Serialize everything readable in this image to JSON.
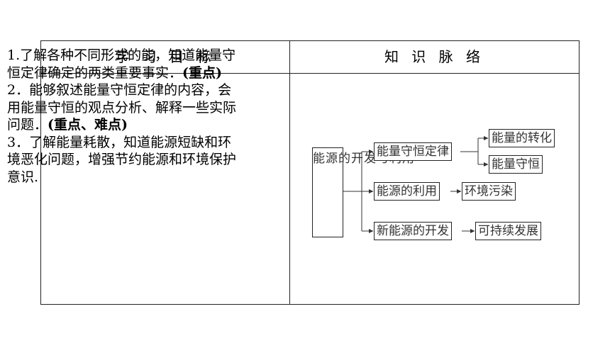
{
  "table": {
    "header": {
      "left": "学 习 目 标",
      "right": "知 识 脉 络"
    },
    "goals": {
      "g1_a": "1.了解各种不同形式的能，知道能量守恒定律确定的两类重要事实．",
      "g1_tag": "(重点)",
      "g2_a": "2．能够叙述能量守恒定律的内容，会用能量守恒的观点分析、解释一些实际问题．",
      "g2_tag": "(重点、难点)",
      "g3": "3．了解能量耗散，知道能源短缺和环境恶化问题，增强节约能源和环境保护意识."
    }
  },
  "diagram": {
    "root": "能源的开发与利用",
    "conservation": "能量守恒定律",
    "conversion": "能量的转化",
    "conserved": "能量守恒",
    "utilization": "能源的利用",
    "pollution": "环境污染",
    "new_energy": "新能源的开发",
    "sustainable": "可持续发展"
  }
}
